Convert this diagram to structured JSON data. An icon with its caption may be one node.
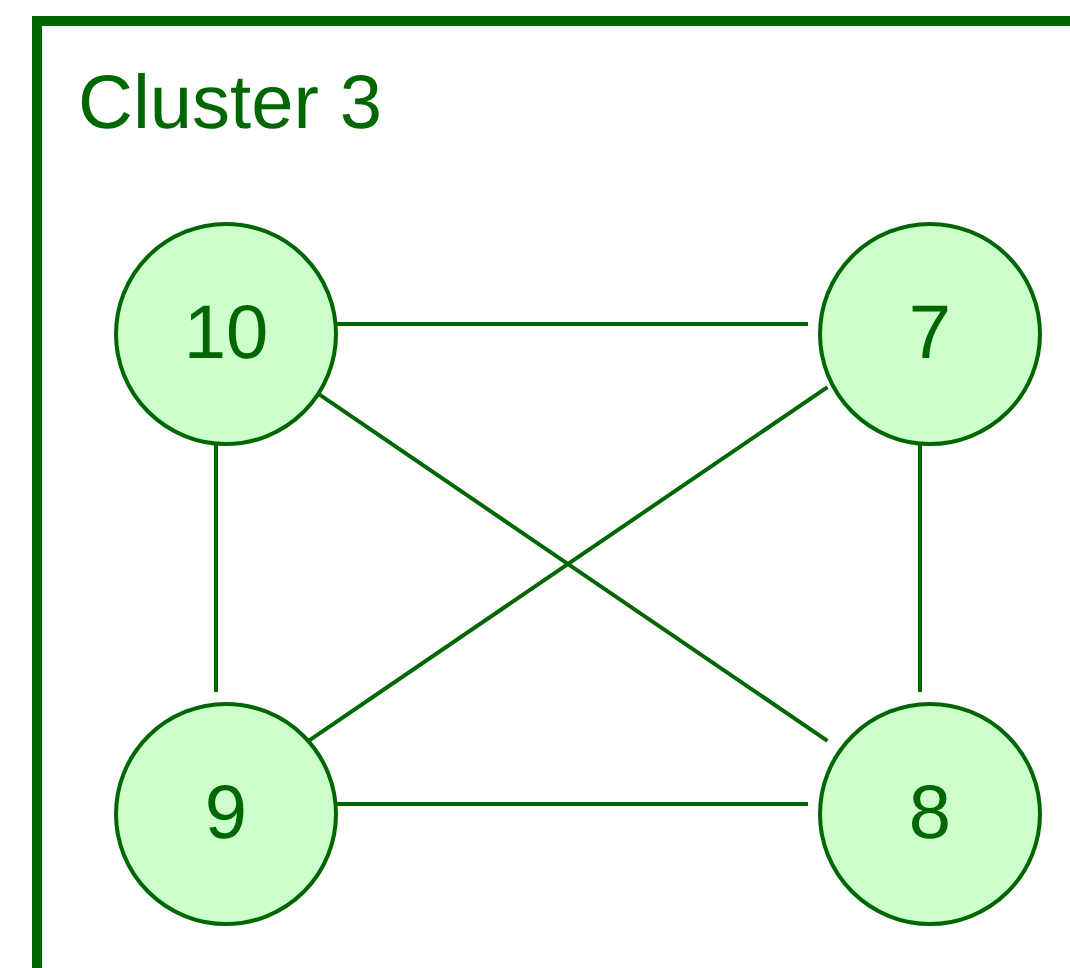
{
  "diagram": {
    "nodes": [
      {
        "text": [
          "Cluster 3"
        ]
      },
      {
        "text": [
          "10"
        ],
        "in": 0
      },
      {
        "text": [
          "7"
        ],
        "in": 0
      },
      {
        "text": [
          "9"
        ],
        "in": 0
      },
      {
        "text": [
          "8"
        ],
        "in": 0
      }
    ],
    "edges": [
      {
        "from": 1,
        "to": 2,
        "arrow": "none"
      },
      {
        "from": 1,
        "to": 3,
        "arrow": "none"
      },
      {
        "from": 1,
        "to": 4,
        "arrow": "none"
      },
      {
        "from": 2,
        "to": 3,
        "arrow": "none"
      },
      {
        "from": 2,
        "to": 4,
        "arrow": "none"
      },
      {
        "from": 3,
        "to": 4,
        "arrow": "none"
      }
    ]
  }
}
